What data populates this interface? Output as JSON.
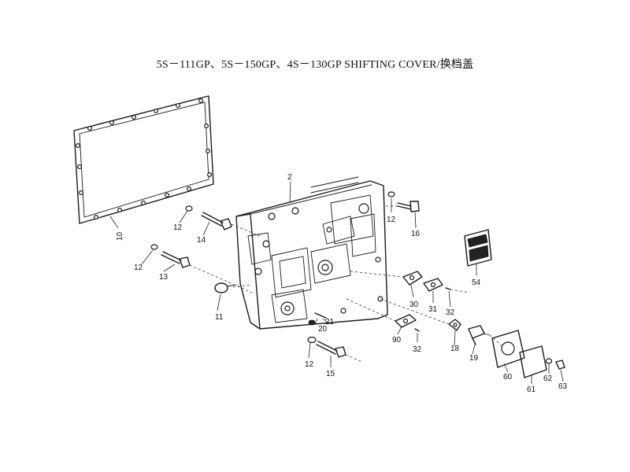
{
  "title": "5S－111GP、5S－150GP、4S－130GP SHIFTING COVER/换档盖",
  "callouts": [
    "2",
    "10",
    "12",
    "12",
    "12",
    "12",
    "13",
    "14",
    "11",
    "16",
    "54",
    "30",
    "31",
    "32",
    "32",
    "21",
    "20",
    "90",
    "18",
    "19",
    "60",
    "61",
    "62",
    "63",
    "15"
  ]
}
